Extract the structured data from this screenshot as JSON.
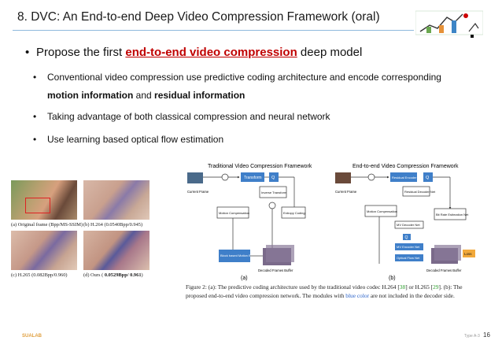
{
  "slide": {
    "title": "8. DVC: An End-to-end Deep Video Compression Framework (oral)",
    "bullet_main": {
      "prefix": "Propose the first ",
      "highlight": "end-to-end video compression",
      "suffix": " deep model"
    },
    "sub_bullets": {
      "b1_line1": "Conventional video compression use predictive coding architecture and encode corresponding",
      "b1_line2_bold1": "motion information",
      "b1_line2_mid": " and ",
      "b1_line2_bold2": "residual information",
      "b2": "Taking advantage of both classical compression and neural network",
      "b3": "Use learning based optical flow estimation"
    },
    "bullet_glyph": "•"
  },
  "photos": {
    "cap_a": "(a) Original frame (Bpp/MS-SSIM)",
    "cap_b": "(b) H.264 (0.0540Bpp/0.945)",
    "cap_c": "(c) H.265 (0.082Bpp/0.960)",
    "cap_d_prefix": "(d) Ours ( ",
    "cap_d_bold": "0.0529Bpp/ 0.961",
    "cap_d_suffix": ")"
  },
  "diagram": {
    "left_title": "Traditional Video Compression Framework",
    "right_title": "End-to-end Video Compression Framework",
    "label_a": "(a)",
    "label_b": "(b)",
    "transform": "Transform",
    "q": "Q",
    "inverse_transform": "Inverse Transform",
    "motion_compensation": "Motion Compensation",
    "entropy_coding": "Entropy Coding",
    "block_based": "Block based Motion Estimation",
    "decoded_buffer": "Decoded Frames Buffer",
    "current_frame": "Current Frame",
    "residual_encoder": "Residual Encoder Net",
    "residual_decoder": "Residual Decoder Net",
    "bit_rate": "Bit Rate Estimation Net",
    "mv_decoder": "MV Decoder Net",
    "mv_encoder": "MV Encoder Net",
    "optical_flow": "Optical Flow Net",
    "loss": "Loss"
  },
  "figure_caption": {
    "part1": "Figure 2: (a): The predictive coding architecture used by the traditional video codec H.264 [",
    "ref1": "38",
    "part2": "] or H.265 [",
    "ref2": "29",
    "part3": "]. (b): The proposed end-to-end video compression network. The modules with ",
    "blue": "blue color",
    "part4": " are not included in the decoder side."
  },
  "footer": {
    "brand": "SUALAB",
    "note": "Type A-3",
    "page": "16"
  },
  "colors": {
    "highlight": "#c00000",
    "rule": "#8fb9dc",
    "module_blue": "#3f7fc9",
    "loss_orange": "#f2a93b"
  }
}
